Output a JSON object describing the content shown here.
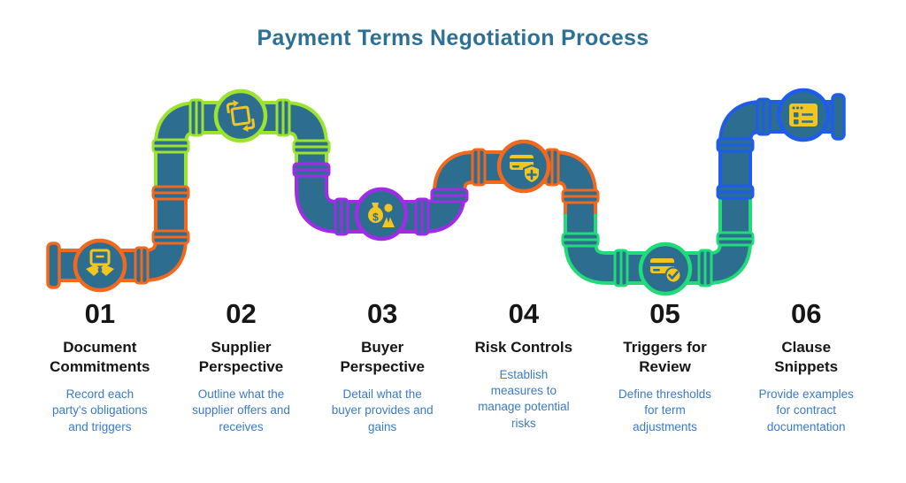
{
  "title": "Payment Terms Negotiation Process",
  "colors": {
    "background": "#FFFFFF",
    "pipe": "#2C6D90",
    "icon_yellow": "#F3C51F",
    "title_text": "#2C7195",
    "step_text": "#161616",
    "description_text": "#3B7AC6"
  },
  "steps": [
    {
      "number": "01",
      "title": "Document\nCommitments",
      "description": "Record each\nparty's obligations\nand triggers",
      "accent": "#F2691E",
      "icon": "document-handshake-icon"
    },
    {
      "number": "02",
      "title": "Supplier\nPerspective",
      "description": "Outline what the\nsupplier offers and\nreceives",
      "accent": "#9BE32C",
      "icon": "document-exchange-icon"
    },
    {
      "number": "03",
      "title": "Buyer\nPerspective",
      "description": "Detail what the\nbuyer provides and\ngains",
      "accent": "#A02CE8",
      "icon": "money-bag-person-icon"
    },
    {
      "number": "04",
      "title": "Risk Controls",
      "description": "Establish\nmeasures to\nmanage potential\nrisks",
      "accent": "#F2691E",
      "icon": "card-shield-plus-icon"
    },
    {
      "number": "05",
      "title": "Triggers for\nReview",
      "description": "Define thresholds\nfor term\nadjustments",
      "accent": "#21DB79",
      "icon": "card-check-icon"
    },
    {
      "number": "06",
      "title": "Clause\nSnippets",
      "description": "Provide examples\nfor contract\ndocumentation",
      "accent": "#1E5CEC",
      "icon": "browser-list-icon"
    }
  ]
}
